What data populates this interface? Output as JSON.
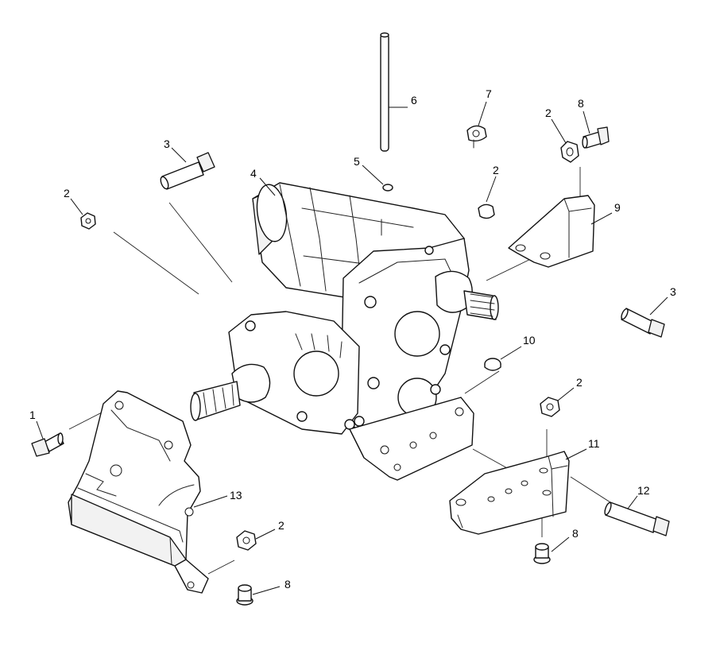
{
  "callouts": {
    "c1": "1",
    "c2a": "2",
    "c2b": "2",
    "c2c": "2",
    "c2d": "2",
    "c2e": "2",
    "c3a": "3",
    "c3b": "3",
    "c4": "4",
    "c5": "5",
    "c6": "6",
    "c7": "7",
    "c8a": "8",
    "c8b": "8",
    "c8c": "8",
    "c9": "9",
    "c10": "10",
    "c11": "11",
    "c12": "12",
    "c13": "13"
  },
  "colors": {
    "line": "#111111",
    "background": "#ffffff"
  }
}
